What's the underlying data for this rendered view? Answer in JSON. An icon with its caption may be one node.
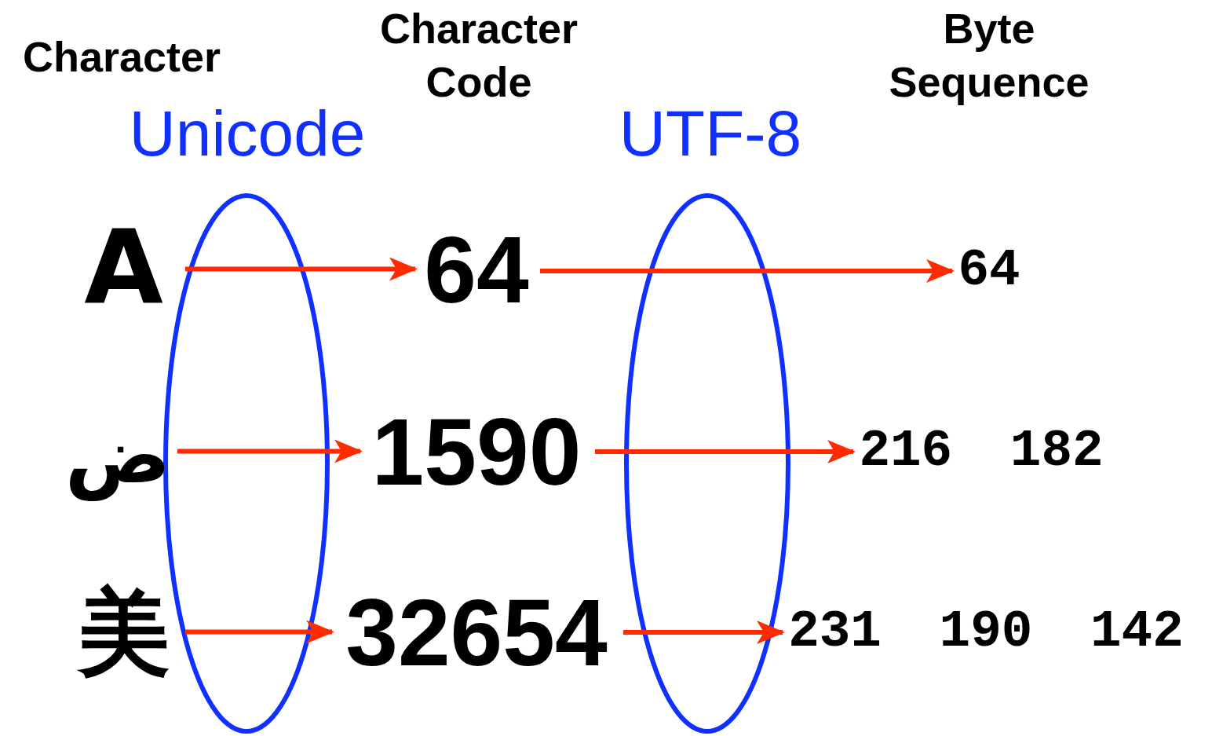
{
  "diagram": {
    "nodes": [
      {
        "text": [
          "A"
        ]
      },
      {
        "text": [
          "ض"
        ]
      },
      {
        "text": [
          "美"
        ]
      },
      {
        "text": [
          "64"
        ]
      },
      {
        "text": [
          "1590"
        ]
      },
      {
        "text": [
          "32654"
        ]
      },
      {
        "text": [
          "64"
        ]
      },
      {
        "text": [
          "216 182"
        ]
      },
      {
        "text": [
          "231 190 142"
        ]
      }
    ],
    "edges": [
      {
        "from": 0,
        "to": 3,
        "arrow": "to"
      },
      {
        "from": 1,
        "to": 4,
        "arrow": "to"
      },
      {
        "from": 2,
        "to": 5,
        "arrow": "to"
      },
      {
        "from": 3,
        "to": 6,
        "arrow": "to"
      },
      {
        "from": 4,
        "to": 7,
        "arrow": "to"
      },
      {
        "from": 5,
        "to": 8,
        "arrow": "to"
      }
    ],
    "labels": [
      "Character",
      "Character Code",
      "Byte Sequence",
      "Unicode",
      "UTF-8"
    ]
  }
}
